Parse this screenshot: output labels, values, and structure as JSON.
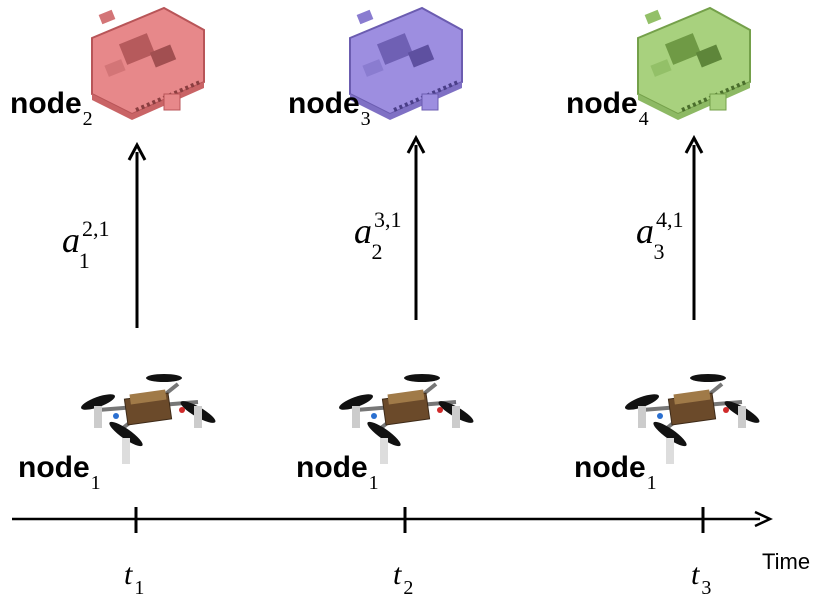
{
  "colors": {
    "board_red": "#e7888a",
    "board_purple": "#9d8ee0",
    "board_green": "#a8d17e",
    "ink": "#000000"
  },
  "timeline": {
    "label": "Time",
    "ticks": [
      {
        "var": "t",
        "sub": "1"
      },
      {
        "var": "t",
        "sub": "2"
      },
      {
        "var": "t",
        "sub": "3"
      }
    ]
  },
  "drones": [
    {
      "label": "node",
      "sub": "1",
      "icon": "drone-icon"
    },
    {
      "label": "node",
      "sub": "1",
      "icon": "drone-icon"
    },
    {
      "label": "node",
      "sub": "1",
      "icon": "drone-icon"
    }
  ],
  "boards": [
    {
      "label": "node",
      "sub": "2",
      "icon": "circuit-board-icon",
      "color": "red"
    },
    {
      "label": "node",
      "sub": "3",
      "icon": "circuit-board-icon",
      "color": "purple"
    },
    {
      "label": "node",
      "sub": "4",
      "icon": "circuit-board-icon",
      "color": "green"
    }
  ],
  "arrows": [
    {
      "var": "a",
      "sub": "1",
      "sup": "2,1"
    },
    {
      "var": "a",
      "sub": "2",
      "sup": "3,1"
    },
    {
      "var": "a",
      "sub": "3",
      "sup": "4,1"
    }
  ]
}
